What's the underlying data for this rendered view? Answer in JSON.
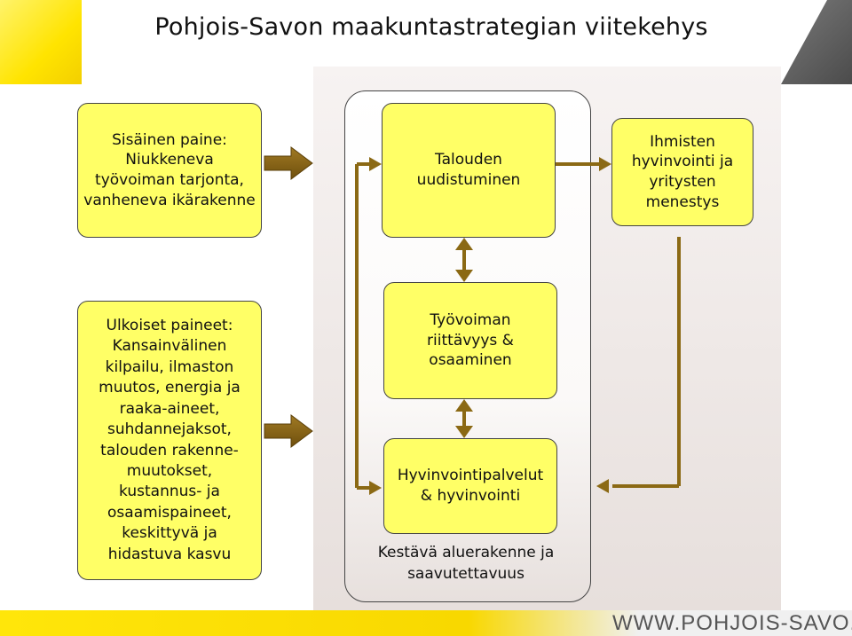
{
  "title": "Pohjois-Savon maakuntastrategian viitekehys",
  "footer": {
    "url": "WWW.POHJOIS-SAVO.FI"
  },
  "colors": {
    "box_fill": "#ffff66",
    "arrow": "#8b6914",
    "accent": "#ffe400"
  },
  "boxes": {
    "inner_pressure": "Sisäinen paine:\nNiukkeneva\ntyövoiman tarjonta,\nvanheneva ikärakenne",
    "outer_pressures": "Ulkoiset paineet:\nKansainvälinen\nkilpailu, ilmaston\nmuutos, energia ja\nraaka-aineet,\nsuhdannejaksot,\ntalouden rakenne-\nmuutokset,\nkustannus- ja\nosaamispaineet,\nkeskittyvä ja\nhidastuva kasvu",
    "economy_renewal": "Talouden\nuudistuminen",
    "workforce": "Työvoiman\nriittävyys &\nosaaminen",
    "welfare_services": "Hyvinvointipalvelut\n& hyvinvointi",
    "wellbeing_success": "Ihmisten\nhyvinvointi ja\nyritysten\nmenestys"
  },
  "container_label": "Kestävä aluerakenne ja\nsaavutettavuus"
}
